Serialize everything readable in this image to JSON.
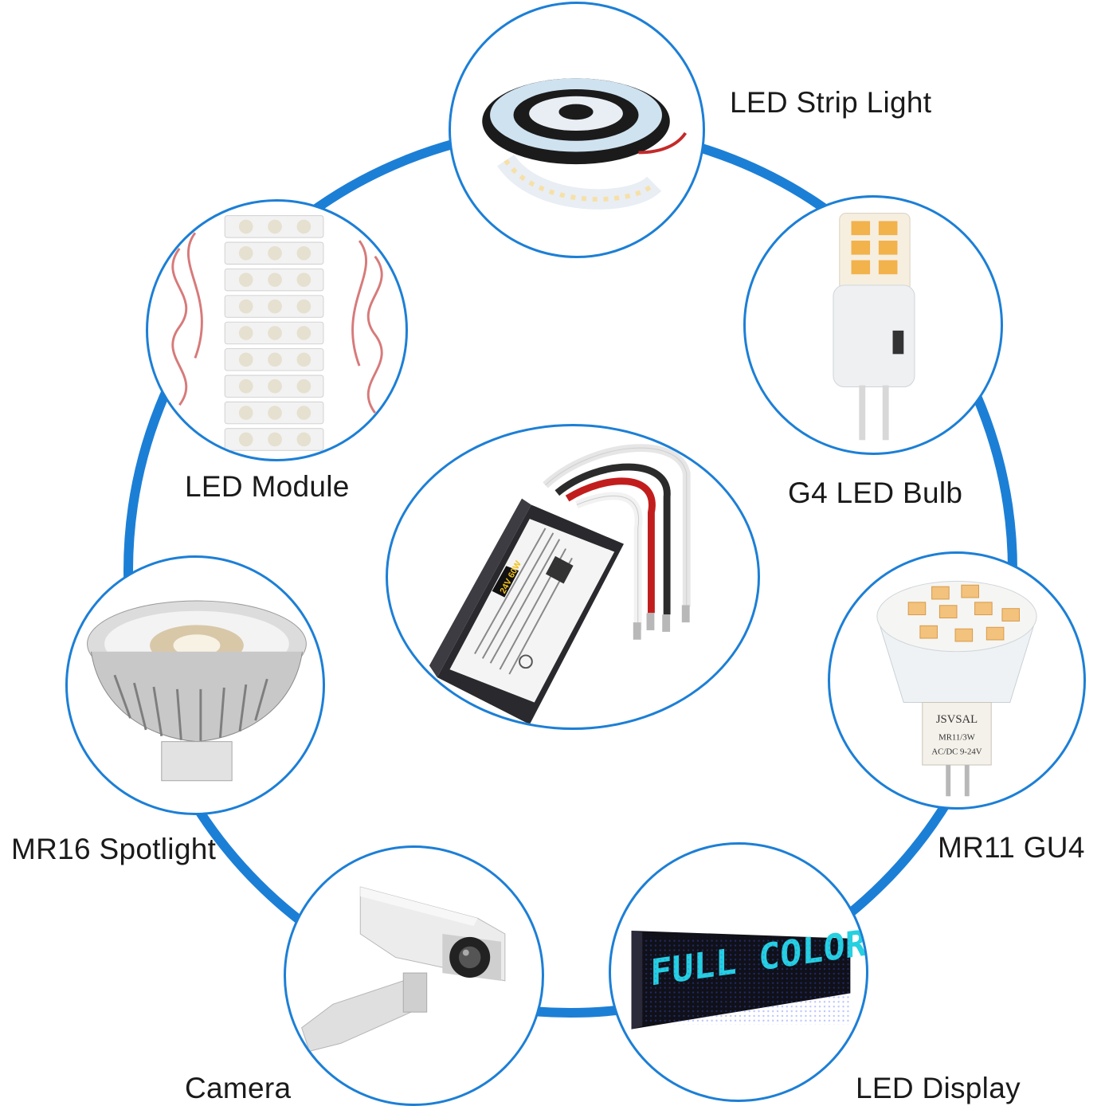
{
  "colors": {
    "ring": "#1c7fd6",
    "circle_border": "#1c7fd6",
    "background": "#ffffff"
  },
  "center": {
    "icon": "led-driver-transformer",
    "label_text": "24V 60W"
  },
  "items": [
    {
      "key": "led_strip_light",
      "label": "LED Strip Light",
      "icon": "led-strip-reel"
    },
    {
      "key": "g4_led_bulb",
      "label": "G4 LED Bulb",
      "icon": "g4-bulb"
    },
    {
      "key": "mr11_gu4",
      "label": "MR11 GU4",
      "icon": "mr11-bulb",
      "bulb_text": [
        "JSVSAL",
        "MR11/3W",
        "AC/DC 9-24V"
      ]
    },
    {
      "key": "led_display",
      "label": "LED Display",
      "icon": "led-sign",
      "sign_text": "FULL COLOR"
    },
    {
      "key": "camera",
      "label": "Camera",
      "icon": "security-camera"
    },
    {
      "key": "mr16_spotlight",
      "label": "MR16 Spotlight",
      "icon": "mr16-spotlight"
    },
    {
      "key": "led_module",
      "label": "LED Module",
      "icon": "led-module-chain"
    }
  ]
}
